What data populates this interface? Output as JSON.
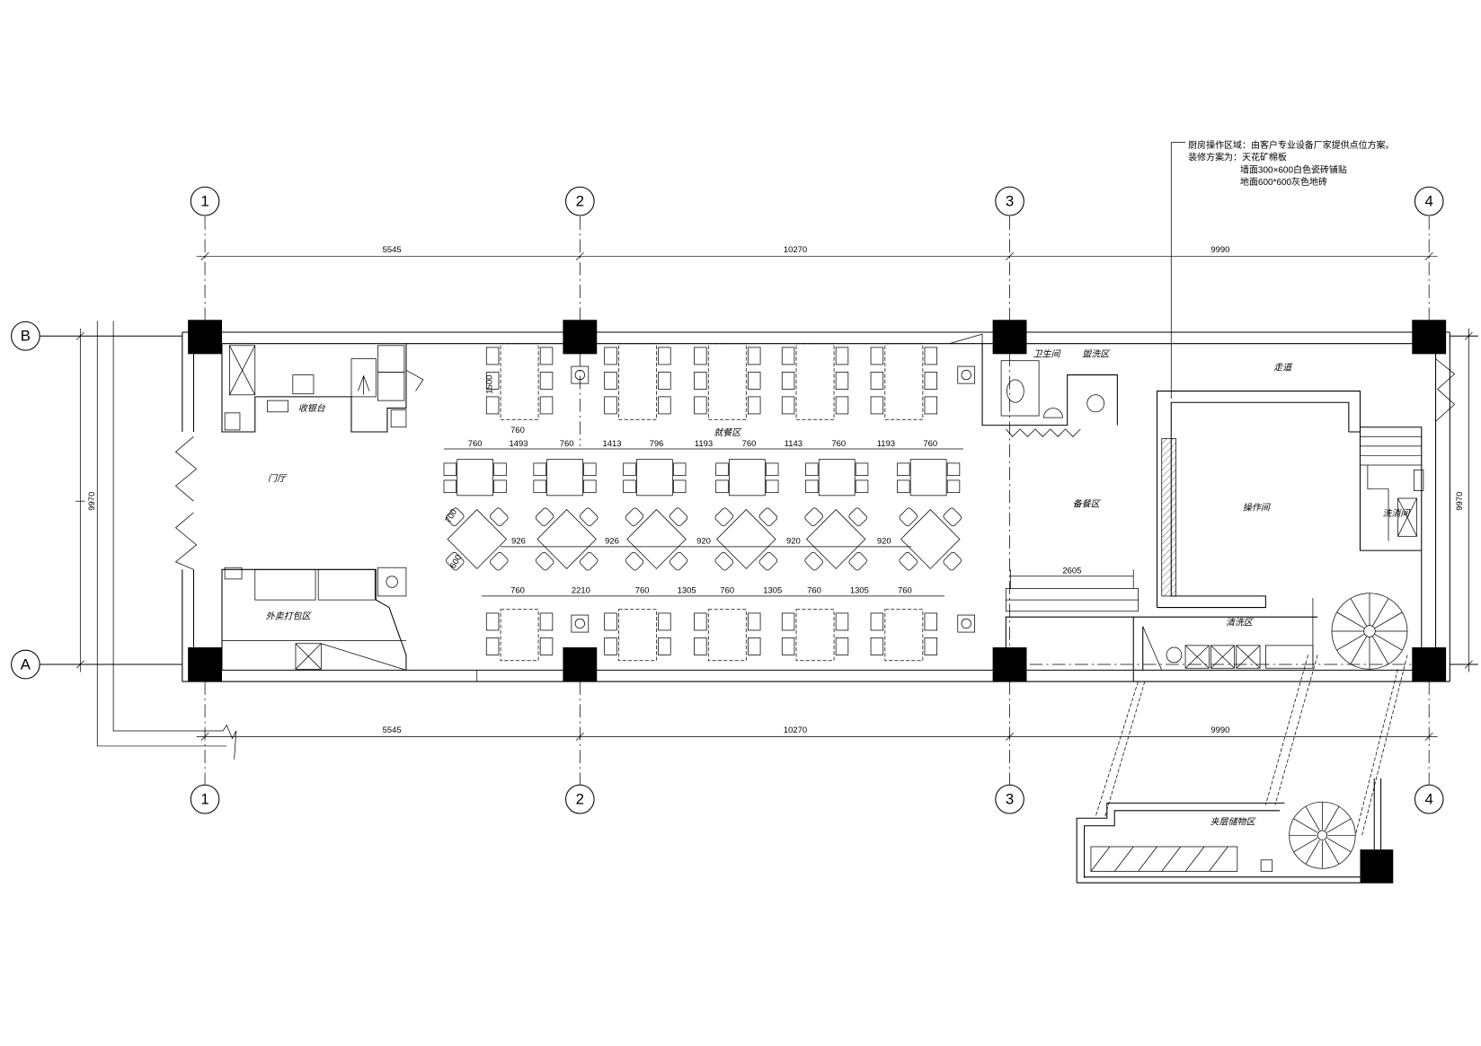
{
  "grid": {
    "columns": [
      "1",
      "2",
      "3",
      "4"
    ],
    "rows": [
      "B",
      "A"
    ]
  },
  "overall_dims": {
    "top": [
      "5545",
      "10270",
      "9990"
    ],
    "bottom": [
      "5545",
      "10270",
      "9990"
    ],
    "left": "9970",
    "right": "9970"
  },
  "notes": [
    "厨房操作区域：由客户专业设备厂家提供点位方案。",
    "装修方案为：天花矿棉板",
    "墙面300×600白色瓷砖铺贴",
    "地面600*600灰色地砖"
  ],
  "rooms": {
    "cashier": "收银台",
    "entrance": "门厅",
    "takeout": "外卖打包区",
    "dining": "就餐区",
    "toilet": "卫生间",
    "washbasin": "盥洗区",
    "prep": "备餐区",
    "kitchen": "操作间",
    "corridor": "走道",
    "dishwash": "洗消间",
    "cleaning": "清洗区",
    "mezzanine": "夹层储物区"
  },
  "table_dims": {
    "top": "760",
    "row1": [
      "760",
      "1493",
      "760",
      "1413",
      "796",
      "1193",
      "760",
      "1143",
      "760",
      "1193",
      "760"
    ],
    "row2": [
      "926",
      "926",
      "920",
      "920",
      "920"
    ],
    "row3": [
      "760",
      "2210",
      "760",
      "1305",
      "760",
      "1305",
      "760",
      "1305",
      "760"
    ],
    "vertical": [
      "1500",
      "700",
      "600"
    ]
  },
  "counter_dim": "2605",
  "colors": {
    "line": "#000000",
    "background": "#ffffff"
  }
}
